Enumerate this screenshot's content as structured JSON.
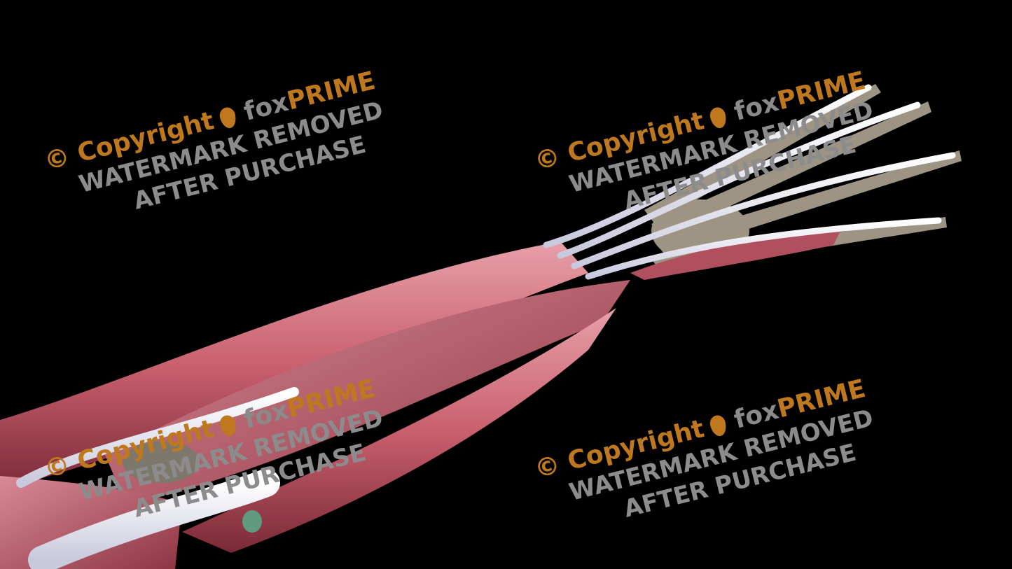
{
  "image": {
    "subject": "forearm-muscles-3d-render",
    "background": "#000000"
  },
  "watermark": {
    "copyright": "© Copyright",
    "brand_fox": "fox",
    "brand_prime": "PRIME",
    "line2": "WATERMARK REMOVED",
    "line3": "AFTER PURCHASE",
    "colors": {
      "orange": "#c0781e",
      "gray": "#8c8c8c"
    }
  }
}
